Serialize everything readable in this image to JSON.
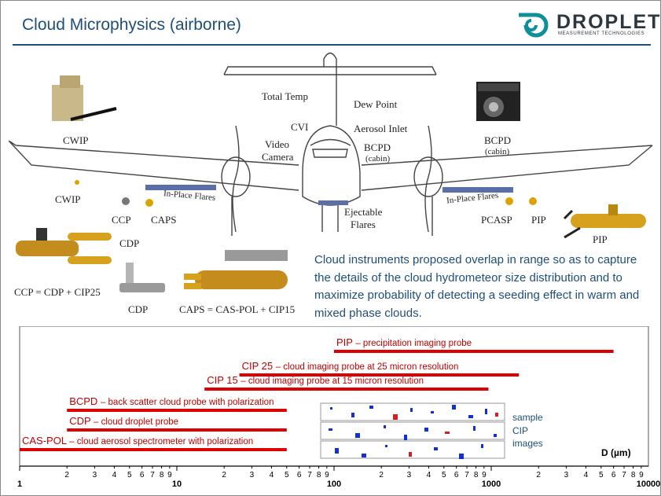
{
  "header": {
    "title": "Cloud Microphysics (airborne)",
    "logo_word": "DROPLET",
    "logo_sub": "MEASUREMENT TECHNOLOGIES",
    "accent": "#1f4e79"
  },
  "aircraft_labels": {
    "total_temp": "Total Temp",
    "dew_point": "Dew Point",
    "cvi": "CVI",
    "aerosol_inlet": "Aerosol Inlet",
    "video_camera_1": "Video",
    "video_camera_2": "Camera",
    "bcpd_1": "BCPD",
    "bcpd_2": "(cabin)",
    "flares_left": "In-Place Flares",
    "flares_right": "In-Place Flares",
    "ejectable_1": "Ejectable",
    "ejectable_2": "Flares",
    "cwip_wing": "CWIP",
    "ccp": "CCP",
    "caps": "CAPS",
    "cdp_wing": "CDP",
    "pcasp": "PCASP",
    "pip_wing": "PIP"
  },
  "instrument_photos": {
    "cwip": "CWIP",
    "bcpd_1": "BCPD",
    "bcpd_2": "(cabin)",
    "pip": "PIP",
    "ccp": "CCP = CDP + CIP25",
    "cdp": "CDP",
    "caps": "CAPS = CAS-POL + CIP15"
  },
  "description": "Cloud instruments proposed overlap in range so as to capture the details of the cloud hydrometeor size distribution and to maximize probability of detecting a seeding effect in warm and mixed phase clouds.",
  "cip_note": {
    "line1": "sample",
    "line2": "CIP",
    "line3": "images"
  },
  "chart_data": {
    "type": "range-bar",
    "xlabel": "D (µm)",
    "xscale": "log",
    "xlim": [
      1,
      10000
    ],
    "tick_labels": [
      "1",
      "10",
      "100",
      "1000",
      "10000"
    ],
    "bar_color": "#dd0000",
    "probes": [
      {
        "abbr": "PIP",
        "desc": "– precipitation imaging probe",
        "range": [
          100,
          6000
        ]
      },
      {
        "abbr": "CIP 25",
        "desc": "– cloud imaging probe at 25 micron resolution",
        "range": [
          25,
          1500
        ]
      },
      {
        "abbr": "CIP 15",
        "desc": "– cloud imaging probe at 15 micron resolution",
        "range": [
          15,
          960
        ]
      },
      {
        "abbr": "BCPD",
        "desc": "– back scatter cloud probe with polarization",
        "range": [
          2,
          50
        ]
      },
      {
        "abbr": "CDP",
        "desc": "– cloud droplet probe",
        "range": [
          2,
          50
        ]
      },
      {
        "abbr": "CAS-POL",
        "desc": "– cloud aerosol spectrometer with polarization",
        "range": [
          1,
          50
        ]
      }
    ]
  }
}
